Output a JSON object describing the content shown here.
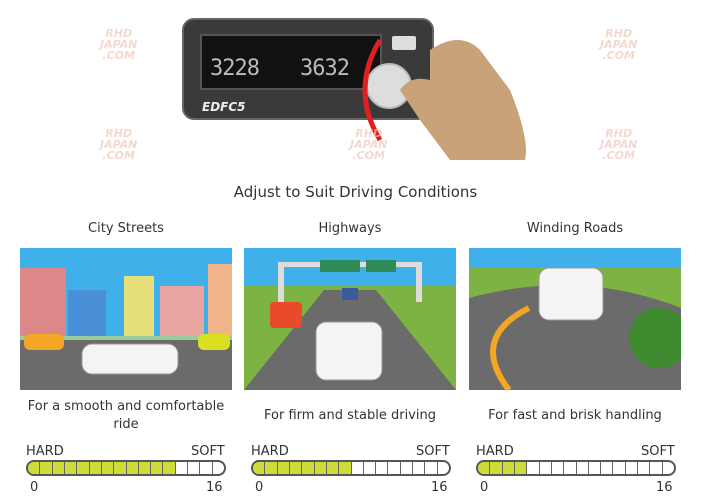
{
  "device": {
    "brand": "EDFC5",
    "left_display": "3228",
    "right_display": "3632"
  },
  "heading": "Adjust to Suit Driving Conditions",
  "watermark": "RHD JAPAN .COM",
  "columns": [
    {
      "title": "City Streets",
      "description": "For a smooth and comfortable ride",
      "hard": "HARD",
      "soft": "SOFT",
      "min": "0",
      "max": "16",
      "level": 12
    },
    {
      "title": "Highways",
      "description": "For firm and stable driving",
      "hard": "HARD",
      "soft": "SOFT",
      "min": "0",
      "max": "16",
      "level": 8
    },
    {
      "title": "Winding Roads",
      "description": "For fast and brisk handling",
      "hard": "HARD",
      "soft": "SOFT",
      "min": "0",
      "max": "16",
      "level": 4
    }
  ],
  "colors": {
    "fill": "#cfdb38",
    "sky": "#3fb0ea",
    "road": "#6b6b6b",
    "grass": "#7cb342"
  }
}
